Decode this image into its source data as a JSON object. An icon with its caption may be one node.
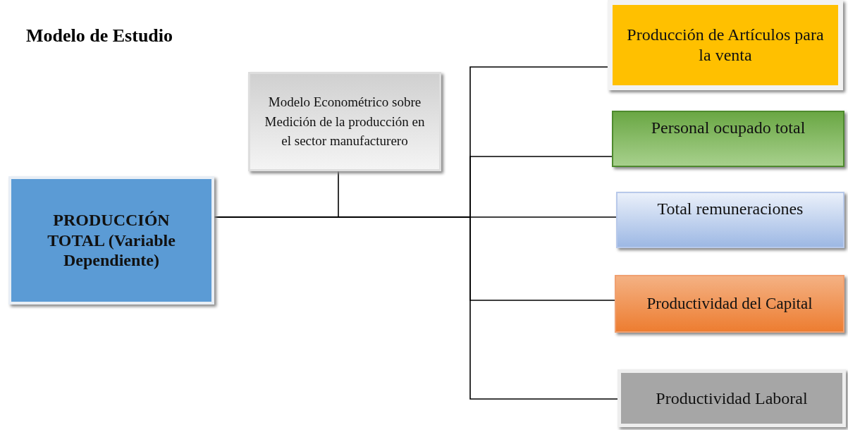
{
  "diagram": {
    "title": "Modelo de Estudio",
    "nodes": [
      {
        "text": [
          "PRODUCCIÓN TOTAL (Variable Dependiente)"
        ]
      },
      {
        "text": [
          "Modelo Econométrico sobre Medición de la producción en el sector manufacturero"
        ]
      },
      {
        "text": [
          "Producción de Artículos para la venta"
        ]
      },
      {
        "text": [
          "Personal ocupado total"
        ]
      },
      {
        "text": [
          "Total remuneraciones"
        ]
      },
      {
        "text": [
          "Productividad del Capital"
        ]
      },
      {
        "text": [
          "Productividad Laboral"
        ]
      }
    ],
    "edges": [
      {
        "from": 0,
        "to": 2,
        "arrow": "none"
      },
      {
        "from": 0,
        "to": 3,
        "arrow": "none"
      },
      {
        "from": 0,
        "to": 4,
        "arrow": "none"
      },
      {
        "from": 0,
        "to": 5,
        "arrow": "none"
      },
      {
        "from": 0,
        "to": 6,
        "arrow": "none"
      },
      {
        "from": 1,
        "to": 0,
        "arrow": "none"
      }
    ]
  }
}
